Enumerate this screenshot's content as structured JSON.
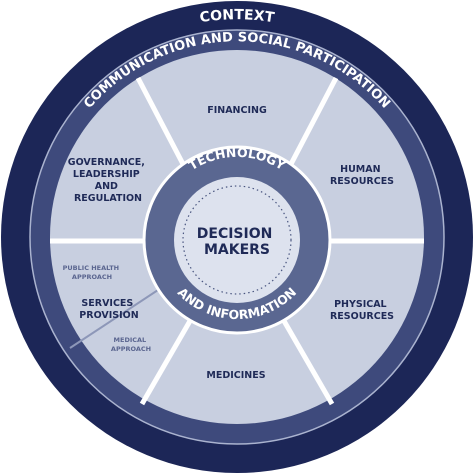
{
  "outer_ring": {
    "label": "CONTEXT"
  },
  "middle_ring": {
    "label": "COMMUNICATION AND SOCIAL PARTICIPATION"
  },
  "inner_ring": {
    "top_label": "TECHNOLOGY",
    "bottom_label": "AND INFORMATION"
  },
  "center": {
    "line1": "DECISION",
    "line2": "MAKERS"
  },
  "segments": {
    "financing": [
      "FINANCING"
    ],
    "human_resources": [
      "HUMAN",
      "RESOURCES"
    ],
    "physical_resources": [
      "PHYSICAL",
      "RESOURCES"
    ],
    "medicines": [
      "MEDICINES"
    ],
    "services_provision": [
      "SERVICES",
      "PROVISION"
    ],
    "governance": [
      "GOVERNANCE,",
      "LEADERSHIP",
      "AND",
      "REGULATION"
    ]
  },
  "sub_labels": {
    "public_health": [
      "PUBLIC HEALTH",
      "APPROACH"
    ],
    "medical": [
      "MEDICAL",
      "APPROACH"
    ]
  },
  "colors": {
    "outer_navy": "#1c2657",
    "ring_blue": "#3e4a7c",
    "segment_fill": "#c8cfe0",
    "inner_ring": "#5a6791",
    "center_fill": "#dde2ee",
    "text_dark": "#1f2a57"
  }
}
